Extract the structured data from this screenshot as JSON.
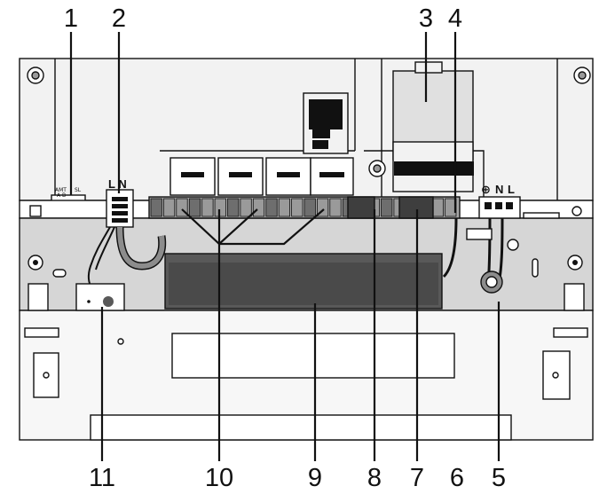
{
  "callouts": [
    {
      "id": "1",
      "text": "1"
    },
    {
      "id": "2",
      "text": "2"
    },
    {
      "id": "3",
      "text": "3"
    },
    {
      "id": "4",
      "text": "4"
    },
    {
      "id": "5",
      "text": "5"
    },
    {
      "id": "6",
      "text": "6"
    },
    {
      "id": "7",
      "text": "7"
    },
    {
      "id": "8",
      "text": "8"
    },
    {
      "id": "9",
      "text": "9"
    },
    {
      "id": "10",
      "text": "10"
    },
    {
      "id": "11",
      "text": "11"
    }
  ],
  "connector_labels": {
    "ln_left": "L N",
    "amt": "AMT",
    "amt_sub": "A B",
    "sl": "SL",
    "ground_symbol": "⊕",
    "n_right": "N",
    "l_right": "L"
  },
  "colors": {
    "line": "#111111",
    "panel_light": "#f2f2f2",
    "panel_mid": "#d6d6d6",
    "panel_dark": "#595959",
    "module_dark": "#3e3e3e",
    "black": "#111111"
  }
}
